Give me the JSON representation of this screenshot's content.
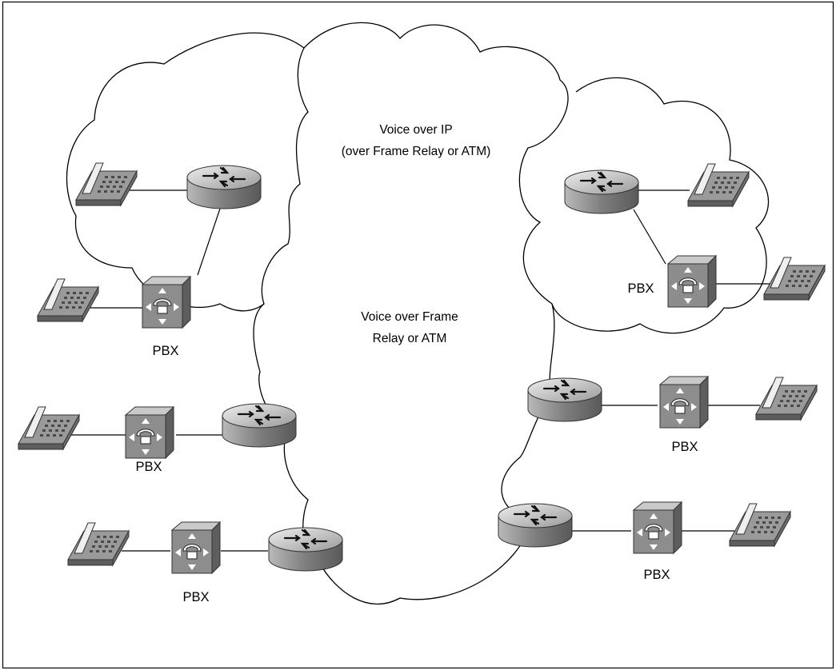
{
  "cloud_labels": {
    "vo_ip_line1": "Voice over IP",
    "vo_ip_line2": "(over Frame Relay or ATM)",
    "vo_fr_line1": "Voice over Frame",
    "vo_fr_line2": "Relay or ATM"
  },
  "pbx_label": "PBX",
  "colors": {
    "device_gray": "#8c8c8c",
    "device_dark": "#5e5e5e",
    "device_light": "#cfcfcf",
    "line": "#000000"
  }
}
